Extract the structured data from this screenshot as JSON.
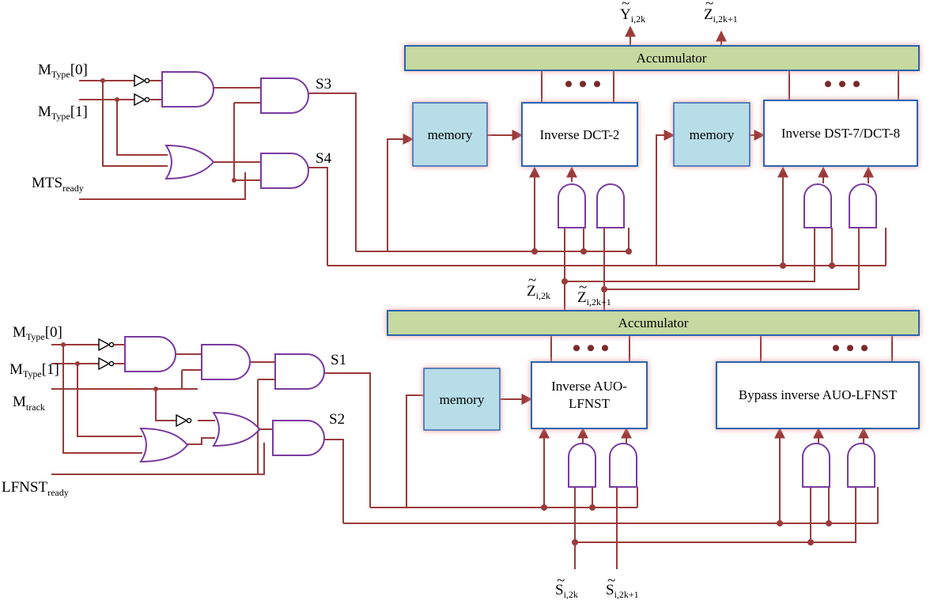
{
  "colors": {
    "wire": "#9b3a3a",
    "gate": "#7a3aa0",
    "block_border": "#2a64b0",
    "accumulator_fill": "#c5d9a0",
    "memory_fill": "#b7dde8",
    "glow": "#f2b8b8"
  },
  "blocks": {
    "acc_top": "Accumulator",
    "acc_bottom": "Accumulator",
    "mem1": "memory",
    "mem2": "memory",
    "mem3": "memory",
    "inv_dct2": "Inverse DCT-2",
    "inv_dst7": "Inverse DST-7/DCT-8",
    "inv_auo_l1": "Inverse AUO-",
    "inv_auo_l2": "LFNST",
    "bypass": "Bypass inverse AUO-LFNST",
    "ellipsis": "• • •"
  },
  "inputs_top": {
    "m_type0": {
      "base": "M",
      "sub": "Type",
      "suffix": "[0]"
    },
    "m_type1": {
      "base": "M",
      "sub": "Type",
      "suffix": "[1]"
    },
    "mts_ready": {
      "base": "MTS",
      "sub": "ready"
    }
  },
  "inputs_bottom": {
    "m_type0": {
      "base": "M",
      "sub": "Type",
      "suffix": "[0]"
    },
    "m_type1": {
      "base": "M",
      "sub": "Type",
      "suffix": "[1]"
    },
    "m_track": {
      "base": "M",
      "sub": "track"
    },
    "lfnst_ready": {
      "base": "LFNST",
      "sub": "ready"
    }
  },
  "selects": {
    "s1": "S1",
    "s2": "S2",
    "s3": "S3",
    "s4": "S4"
  },
  "signals": {
    "y_out": {
      "base": "Y",
      "sub": "i,2k",
      "tilde": "~"
    },
    "z_out_odd": {
      "base": "Z",
      "sub": "i,2k+1",
      "tilde": "~"
    },
    "z_mid_even": {
      "base": "Z",
      "sub": "i,2k",
      "tilde": "~"
    },
    "z_mid_odd": {
      "base": "Z",
      "sub": "i,2k+1",
      "tilde": "~"
    },
    "s_in_even": {
      "base": "S",
      "sub": "i,2k",
      "tilde": "~"
    },
    "s_in_odd": {
      "base": "S",
      "sub": "i,2k+1",
      "tilde": "~"
    }
  }
}
